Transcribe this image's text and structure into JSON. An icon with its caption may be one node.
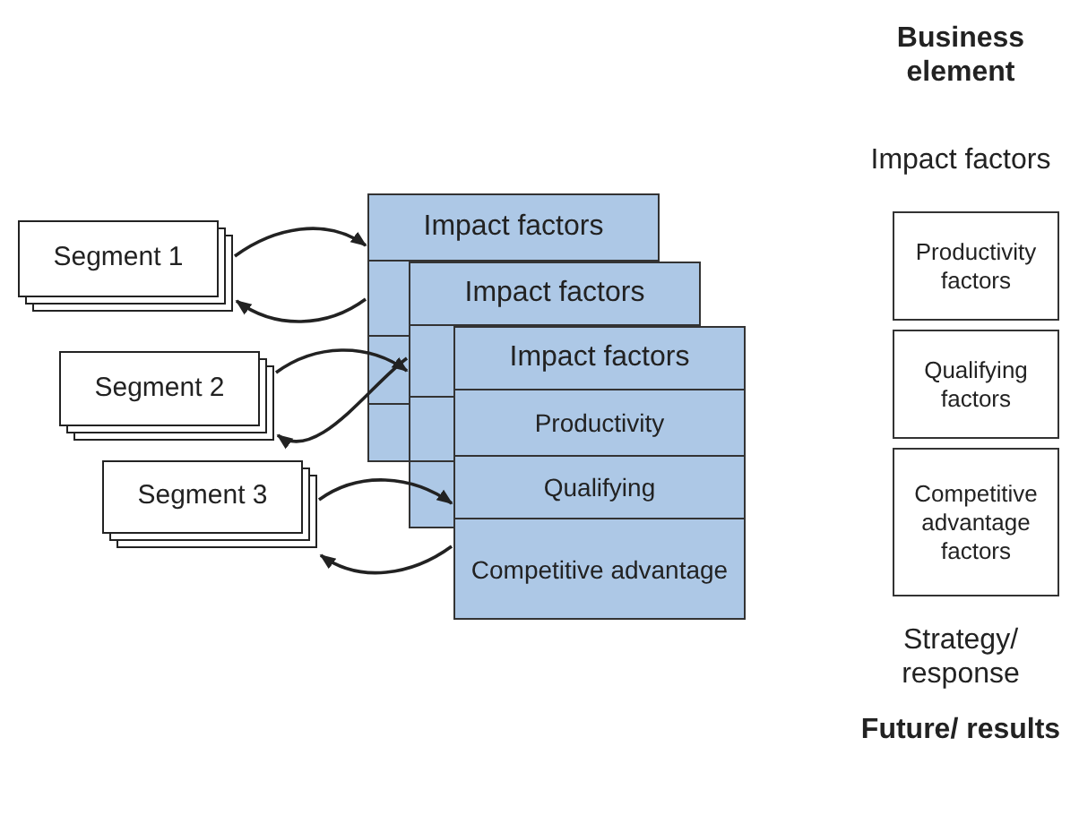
{
  "diagram": {
    "nodes": [
      {
        "text": [
          "Segment 1"
        ]
      },
      {
        "text": [
          "Segment 2"
        ]
      },
      {
        "text": [
          "Segment 3"
        ]
      },
      {
        "text": [
          "Impact factors"
        ]
      },
      {
        "text": [
          "Impact factors"
        ]
      },
      {
        "text": [
          "Impact factors"
        ]
      },
      {
        "text": [
          "Productivity"
        ],
        "in": 5
      },
      {
        "text": [
          "Qualifying"
        ],
        "in": 5
      },
      {
        "text": [
          "Competitive advantage"
        ],
        "in": 5
      },
      {
        "text": [
          "Productivity factors"
        ]
      },
      {
        "text": [
          "Qualifying factors"
        ]
      },
      {
        "text": [
          "Competitive advantage factors"
        ]
      }
    ],
    "edges": [
      {
        "from": 0,
        "to": 3,
        "arrow": "to"
      },
      {
        "from": 3,
        "to": 0,
        "arrow": "to"
      },
      {
        "from": 1,
        "to": 4,
        "arrow": "to"
      },
      {
        "from": 4,
        "to": 1,
        "arrow": "to"
      },
      {
        "from": 2,
        "to": 5,
        "arrow": "to"
      },
      {
        "from": 5,
        "to": 2,
        "arrow": "to"
      }
    ],
    "labels": [
      "Business element",
      "Impact factors",
      "Strategy/ response",
      "Future/ results"
    ]
  }
}
